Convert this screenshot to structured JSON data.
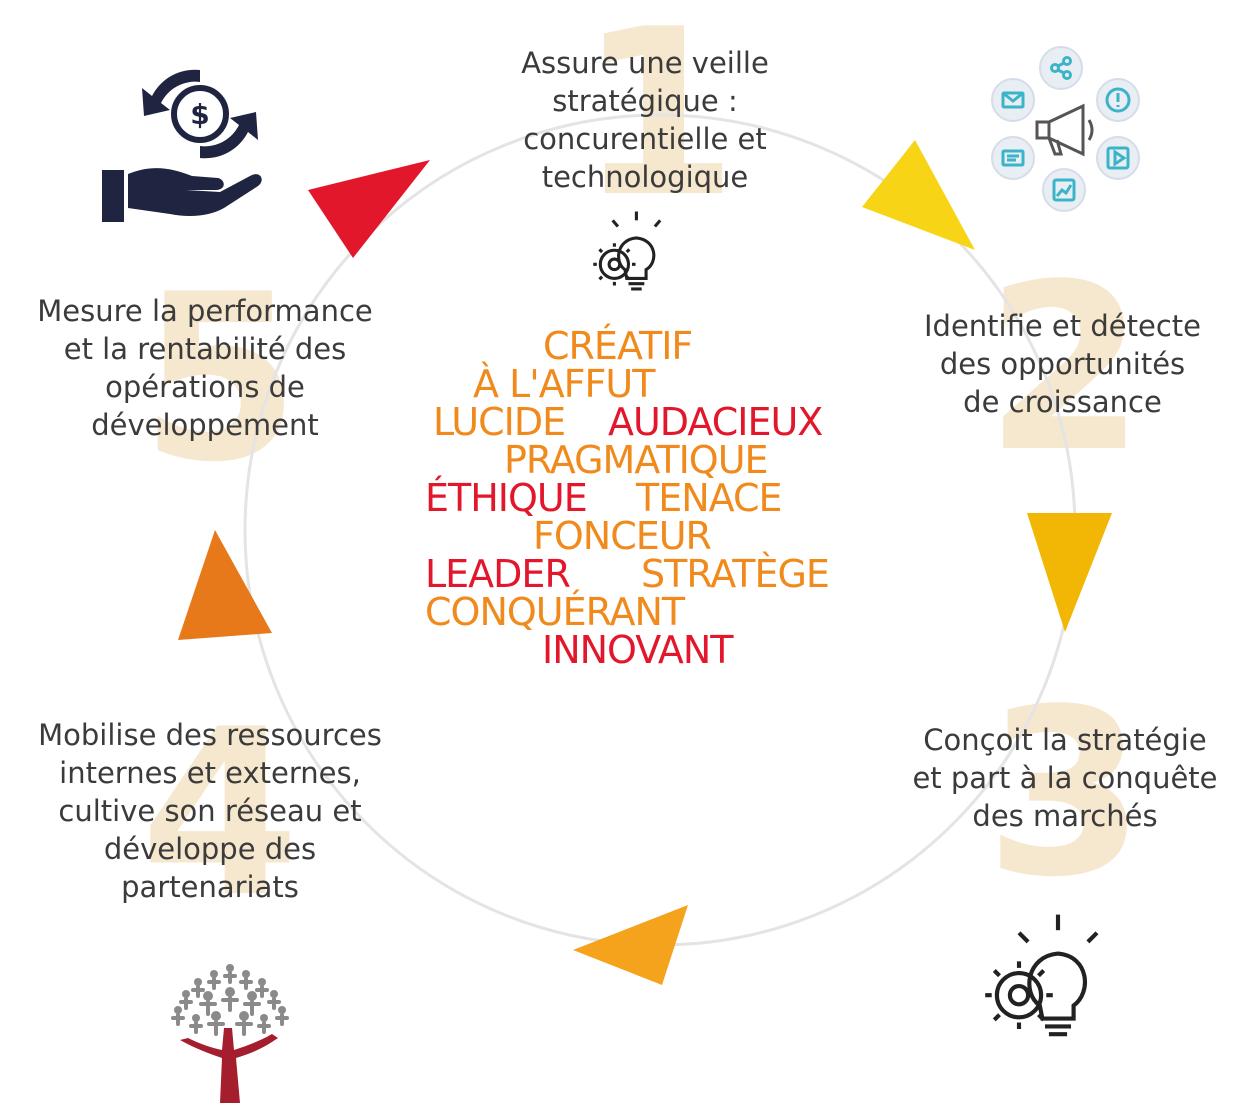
{
  "steps": [
    {
      "number": "1",
      "lines": [
        "Assure une veille",
        "stratégique :",
        "concurentielle et",
        "technologique"
      ]
    },
    {
      "number": "2",
      "lines": [
        "Identifie et détecte",
        "des opportunités",
        "de croissance"
      ]
    },
    {
      "number": "3",
      "lines": [
        "Conçoit la stratégie",
        "et part à la conquête",
        "des marchés"
      ]
    },
    {
      "number": "4",
      "lines": [
        "Mobilise des ressources",
        "internes et externes,",
        "cultive son réseau et",
        "développe des",
        "partenariats"
      ]
    },
    {
      "number": "5",
      "lines": [
        "Mesure la performance",
        "et la rentabilité des",
        "opérations de",
        "développement"
      ]
    }
  ],
  "qualities": {
    "creatif": "CRÉATIF",
    "affut": "À L'AFFUT",
    "lucide": "LUCIDE",
    "audacieux": "AUDACIEUX",
    "pragmatique": "PRAGMATIQUE",
    "ethique": "ÉTHIQUE",
    "tenace": "TENACE",
    "fonceur": "FONCEUR",
    "leader": "LEADER",
    "stratege": "STRATÈGE",
    "conquerant": "CONQUÉRANT",
    "innovant": "INNOVANT"
  },
  "colors": {
    "orange": "#f08a1c",
    "red": "#e3172b",
    "yellow": "#f7d516",
    "amber": "#f2b705",
    "navy": "#1f2440",
    "teal": "#3cb4c8",
    "tree": "#a51e2d"
  },
  "icons": {
    "step1": "gear-lightbulb-icon",
    "step2": "megaphone-network-icon",
    "step3": "gear-lightbulb-icon",
    "step4": "people-tree-icon",
    "step5": "hand-money-cycle-icon"
  }
}
